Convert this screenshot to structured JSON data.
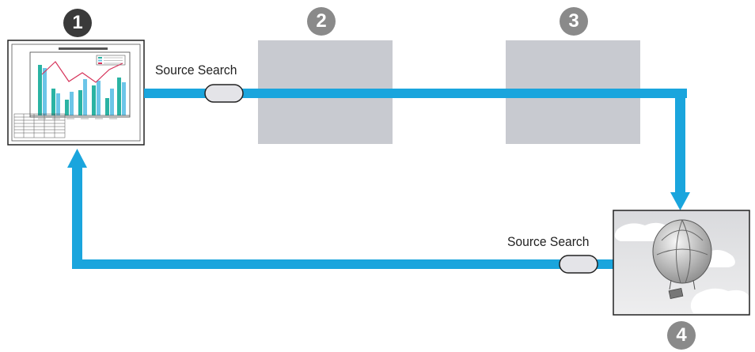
{
  "steps": [
    {
      "number": "1"
    },
    {
      "number": "2"
    },
    {
      "number": "3"
    },
    {
      "number": "4"
    }
  ],
  "button_label": "Source Search",
  "colors": {
    "arrow": "#1aa5dd",
    "placeholder": "#c8cad0",
    "badge_dark": "#3a3a3a",
    "badge_light": "#8a8a8a",
    "chart_teal": "#2ab3a3",
    "chart_blue": "#6cc5e8",
    "chart_line": "#d6335a"
  },
  "icons": [
    "presentation-chart-icon",
    "hot-air-balloon-icon",
    "source-search-button-icon"
  ]
}
